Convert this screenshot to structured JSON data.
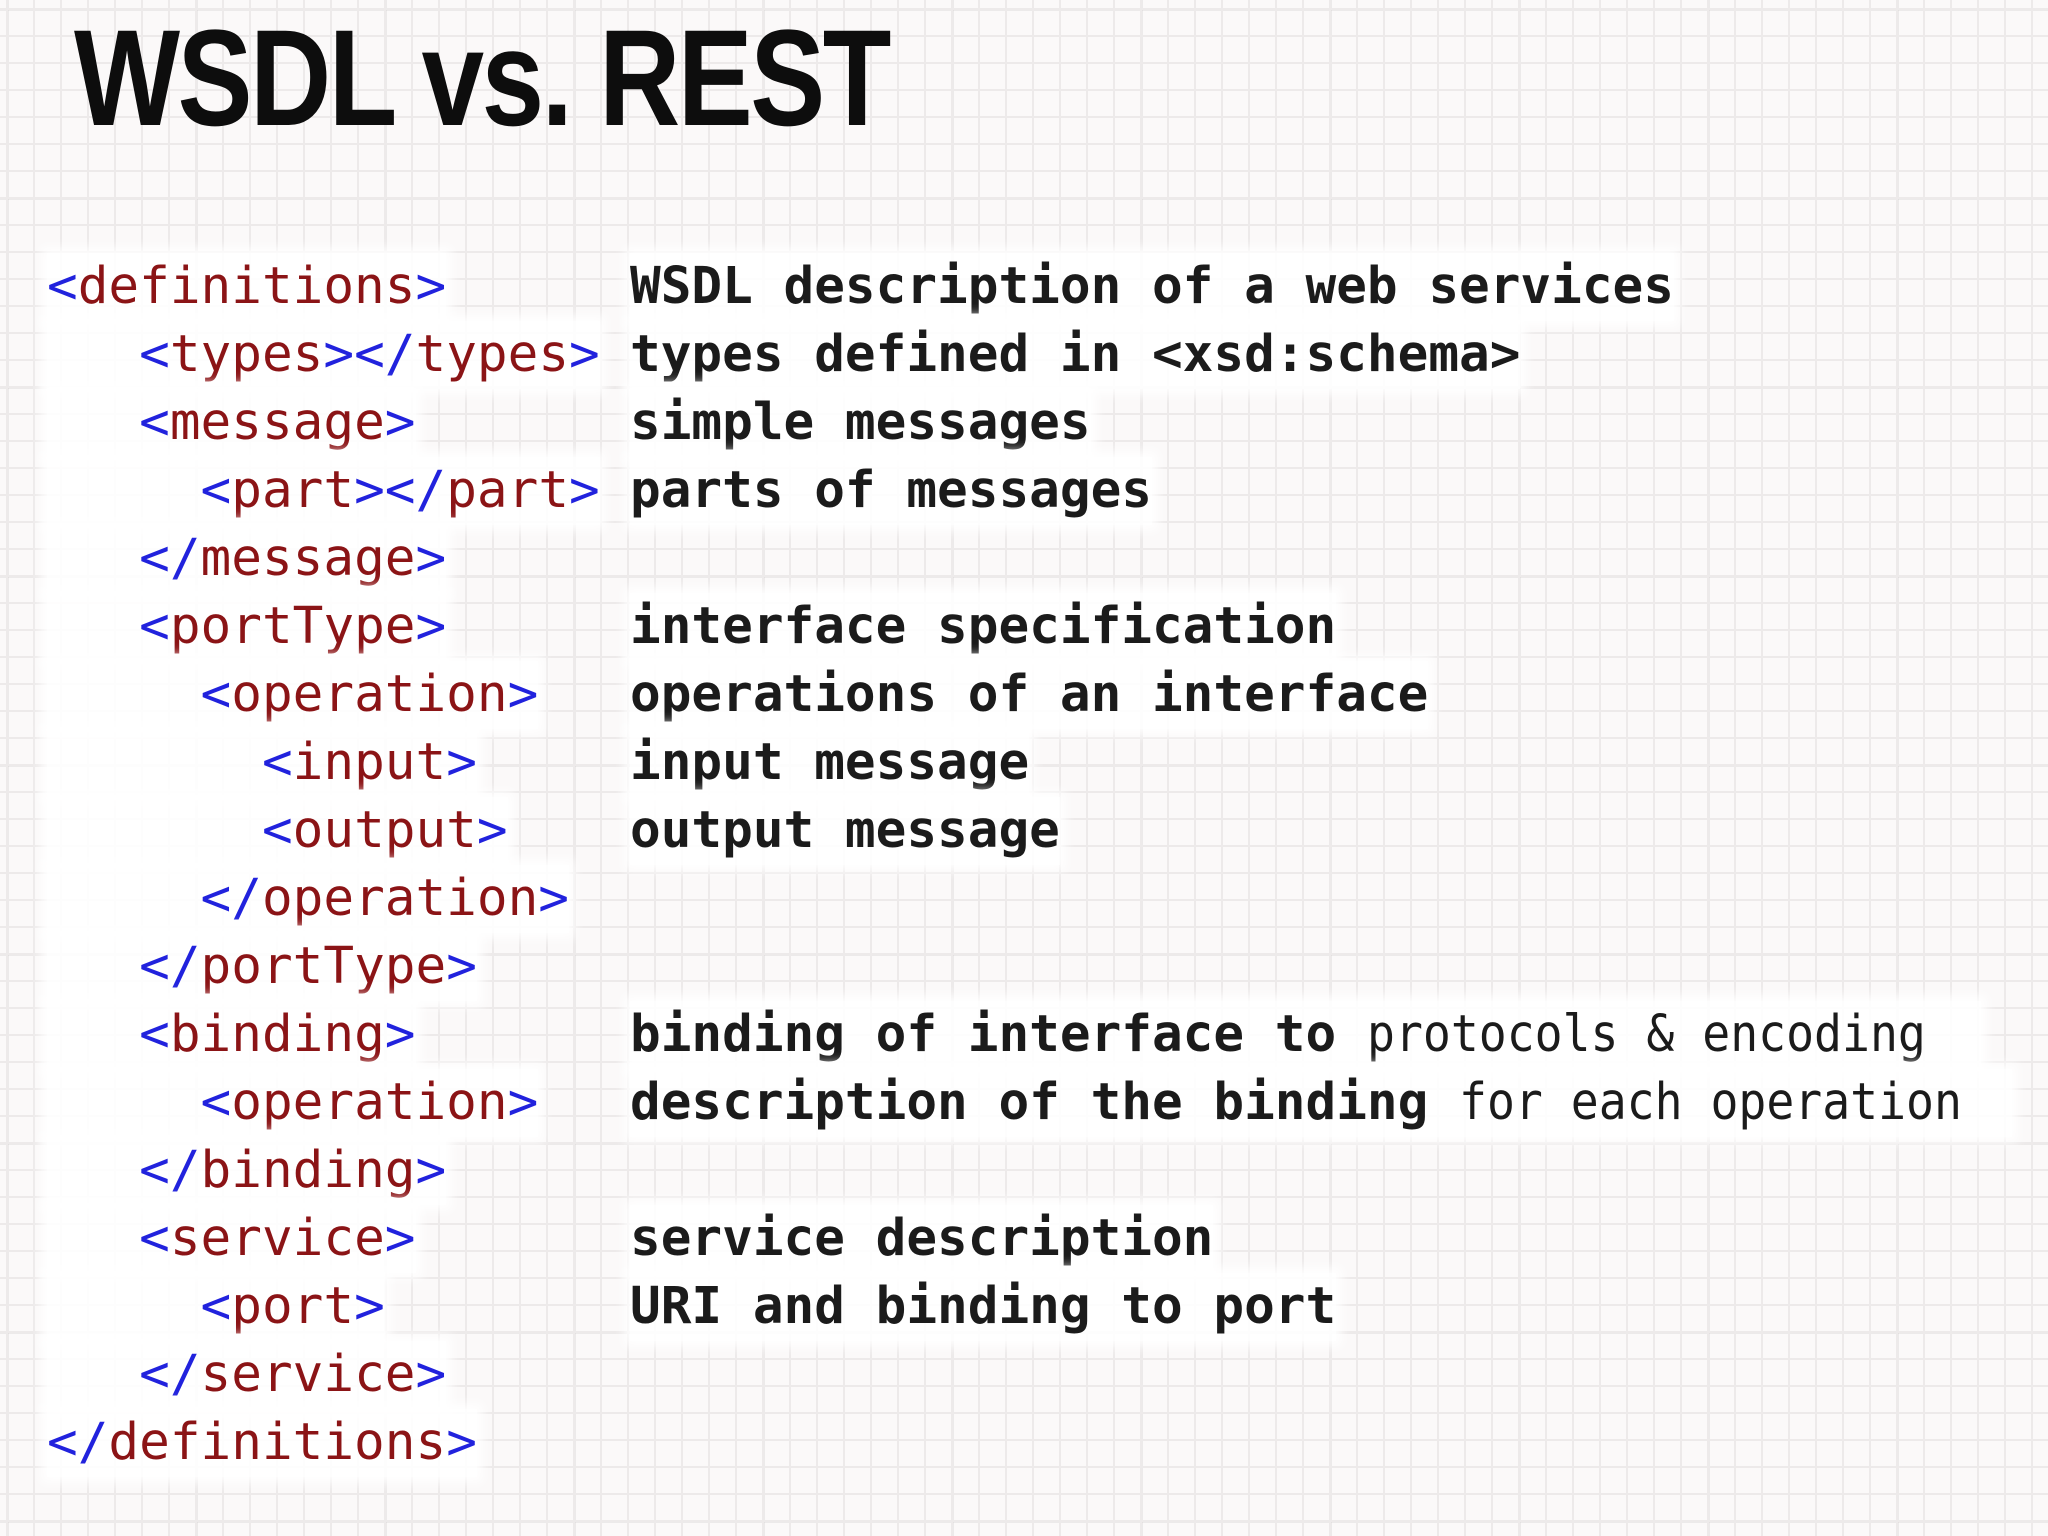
{
  "slide": {
    "title": "WSDL vs. REST"
  },
  "colors": {
    "tag_name": "#8b1416",
    "bracket": "#2122dd",
    "description": "#1b1b1b",
    "title": "#0d0d0d"
  },
  "code_rows": [
    {
      "code": "<definitions>",
      "desc": "WSDL description of a web services",
      "desc_tail": ""
    },
    {
      "code": "   <types></types>",
      "desc": "types defined in <xsd:schema>",
      "desc_tail": ""
    },
    {
      "code": "   <message>",
      "desc": "simple messages",
      "desc_tail": ""
    },
    {
      "code": "     <part></part>",
      "desc": "parts of messages",
      "desc_tail": ""
    },
    {
      "code": "   </message>",
      "desc": "",
      "desc_tail": ""
    },
    {
      "code": "   <portType>",
      "desc": "interface specification",
      "desc_tail": ""
    },
    {
      "code": "     <operation>",
      "desc": "operations of an interface",
      "desc_tail": ""
    },
    {
      "code": "       <input>",
      "desc": "input message",
      "desc_tail": ""
    },
    {
      "code": "       <output>",
      "desc": "output message",
      "desc_tail": ""
    },
    {
      "code": "     </operation>",
      "desc": "",
      "desc_tail": ""
    },
    {
      "code": "   </portType>",
      "desc": "",
      "desc_tail": ""
    },
    {
      "code": "   <binding>",
      "desc": "binding of interface to ",
      "desc_tail": "protocols & encoding"
    },
    {
      "code": "     <operation>",
      "desc": "description of the binding ",
      "desc_tail": "for each operation"
    },
    {
      "code": "   </binding>",
      "desc": "",
      "desc_tail": ""
    },
    {
      "code": "   <service>",
      "desc": "service description",
      "desc_tail": ""
    },
    {
      "code": "     <port>",
      "desc": "URI and binding to port",
      "desc_tail": ""
    },
    {
      "code": "   </service>",
      "desc": "",
      "desc_tail": ""
    },
    {
      "code": "</definitions>",
      "desc": "",
      "desc_tail": ""
    }
  ]
}
